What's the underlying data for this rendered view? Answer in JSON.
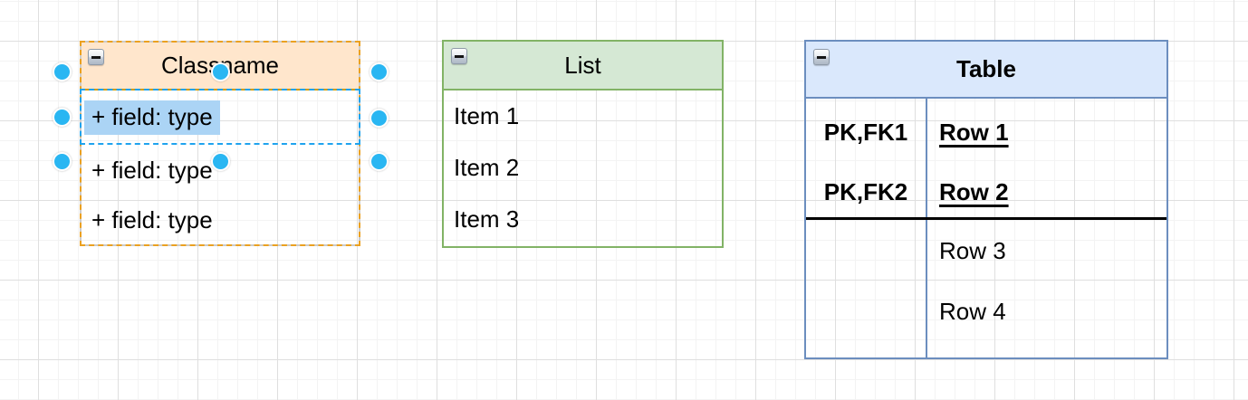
{
  "canvas": {
    "background": "#FFFFFF",
    "grid_minor_color": "#F3F3F3",
    "grid_major_color": "#DFDFDF"
  },
  "class_shape": {
    "title": "Classname",
    "fields": [
      "+ field: type",
      "+ field: type",
      "+ field: type"
    ],
    "header_fill": "#FFE6CC",
    "stroke": "#D79B00",
    "collapse_icon": "minus-icon"
  },
  "list_shape": {
    "title": "List",
    "items": [
      "Item 1",
      "Item 2",
      "Item 3"
    ],
    "header_fill": "#D5E8D4",
    "stroke": "#82B366",
    "collapse_icon": "minus-icon"
  },
  "table_shape": {
    "title": "Table",
    "rows": [
      {
        "key": "PK,FK1",
        "value": "Row 1",
        "emphasized": true
      },
      {
        "key": "PK,FK2",
        "value": "Row 2",
        "emphasized": true
      },
      {
        "key": "",
        "value": "Row 3",
        "emphasized": false
      },
      {
        "key": "",
        "value": "Row 4",
        "emphasized": false
      }
    ],
    "header_fill": "#DAE8FC",
    "stroke": "#6C8EBF",
    "section_divider_color": "#000000",
    "collapse_icon": "minus-icon"
  },
  "selection": {
    "parent_outline_color": "#EBA121",
    "child_outline_color": "#1FA3EE",
    "handle_color": "#29B6F2",
    "text_highlight_color": "#ABD4F5"
  }
}
